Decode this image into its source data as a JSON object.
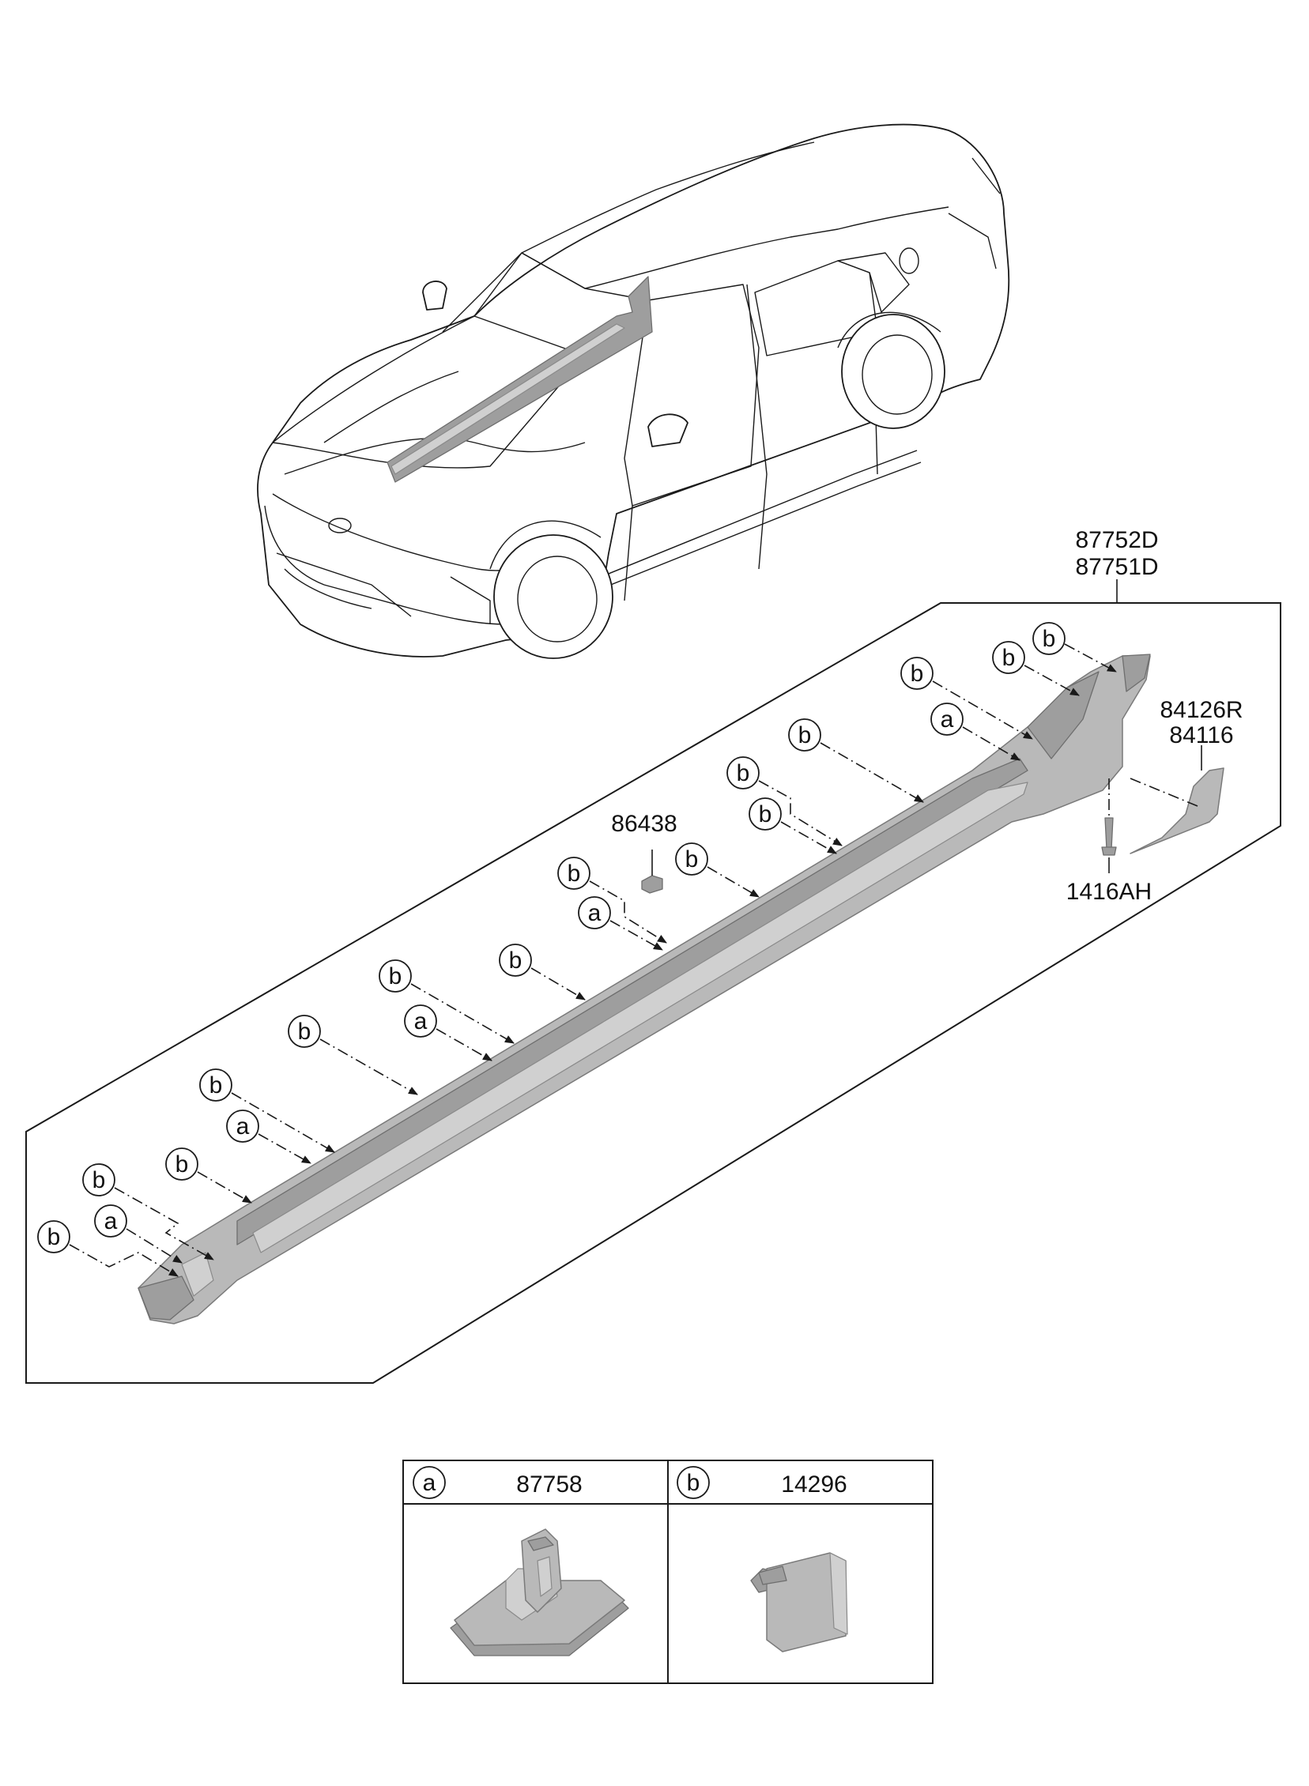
{
  "part_numbers": {
    "side_sill_rh": "87752D",
    "side_sill_lh": "87751D",
    "protector_rh": "84126R",
    "protector": "84116",
    "clip_86438": "86438",
    "screw": "1416AH"
  },
  "callout_letters": {
    "a": "a",
    "b": "b"
  },
  "legend": {
    "a": {
      "letter": "a",
      "part": "87758"
    },
    "b": {
      "letter": "b",
      "part": "14296"
    }
  }
}
